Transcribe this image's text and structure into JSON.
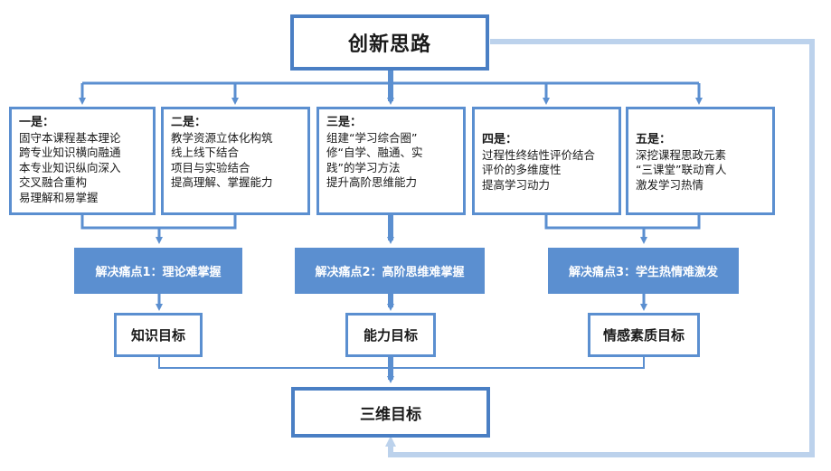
{
  "top": {
    "title": "创新思路"
  },
  "ideas": [
    {
      "heading": "一是：",
      "lines": [
        "固守本课程基本理论",
        "跨专业知识横向融通",
        "本专业知识纵向深入",
        "交叉融合重构",
        "易理解和易掌握"
      ]
    },
    {
      "heading": "二是：",
      "lines": [
        "教学资源立体化构筑",
        "线上线下结合",
        "项目与实验结合",
        "提高理解、掌握能力"
      ]
    },
    {
      "heading": "三是：",
      "lines": [
        "组建“学习综合圈”",
        "修“自学、融通、实",
        "践”的学习方法",
        "提升高阶思维能力"
      ]
    },
    {
      "heading": "四是：",
      "lines": [
        "过程性终结性评价结合",
        "评价的多维度性",
        "提高学习动力"
      ]
    },
    {
      "heading": "五是：",
      "lines": [
        "深挖课程思政元素",
        "“三课堂”联动育人",
        "激发学习热情"
      ]
    }
  ],
  "pain_points": [
    "解决痛点1：理论难掌握",
    "解决痛点2：高阶思维难掌握",
    "解决痛点3：学生热情难激发"
  ],
  "goals": [
    "知识目标",
    "能力目标",
    "情感素质目标"
  ],
  "bottom": {
    "title": "三维目标"
  },
  "colors": {
    "accent": "#5b8fd0",
    "border_dark": "#4a7fc4",
    "feedback_line": "#bcd2ec"
  }
}
